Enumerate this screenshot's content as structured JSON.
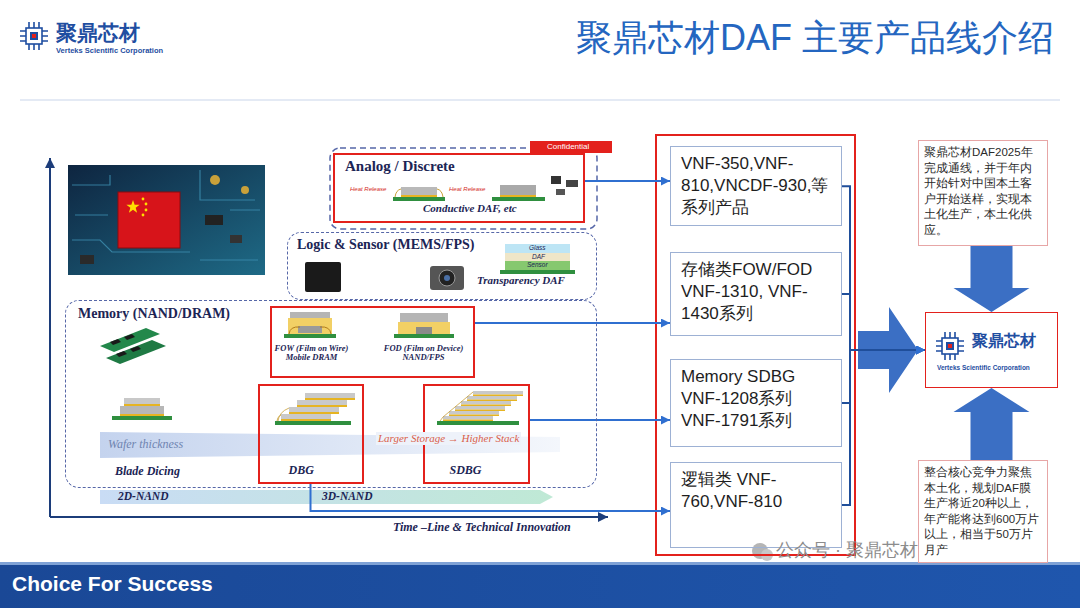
{
  "diagram": {
    "title": "聚鼎芯材DAF 主要产品线介绍",
    "nodes": [
      {
        "text": [
          "Analog / Discrete",
          "Conductive DAF, etc"
        ]
      },
      {
        "text": [
          "Logic & Sensor (MEMS/FPS)",
          "Transparency DAF"
        ]
      },
      {
        "text": [
          "Memory (NAND/DRAM)"
        ]
      },
      {
        "text": [
          "FOW (Film on Wire) Mobile DRAM",
          "FOD (Film on Device) NAND/FPS"
        ],
        "in": 2
      },
      {
        "text": [
          "DBG"
        ],
        "in": 2
      },
      {
        "text": [
          "SDBG"
        ],
        "in": 2
      },
      {
        "text": [
          "VNF-350,VNF-810,VNCDF-930,等系列产品"
        ]
      },
      {
        "text": [
          "存储类FOW/FOD VNF-1310, VNF-1430系列"
        ]
      },
      {
        "text": [
          "Memory SDBG VNF-1208系列 VNF-1791系列"
        ]
      },
      {
        "text": [
          "逻辑类 VNF-760,VNF-810"
        ]
      },
      {
        "text": [
          "聚鼎芯材DAF2025年完成通线，并于年内开始针对中国本土客户开始送样，实现本土化生产，本土化供应。"
        ]
      },
      {
        "text": [
          "聚鼎芯材",
          "Verteks Scientific Corporation"
        ]
      },
      {
        "text": [
          "整合核心竞争力聚焦本土化，规划DAF膜生产将近20种以上，年产能将达到600万片以上，相当于50万片月产"
        ]
      }
    ],
    "edges": [
      {
        "from": 0,
        "to": 6,
        "arrow": "to"
      },
      {
        "from": 3,
        "to": 7,
        "arrow": "to"
      },
      {
        "from": 5,
        "to": 8,
        "arrow": "to"
      },
      {
        "from": 4,
        "to": 9,
        "arrow": "to"
      },
      {
        "from": 6,
        "to": 11,
        "arrow": "to"
      },
      {
        "from": 7,
        "to": 11,
        "arrow": "to"
      },
      {
        "from": 8,
        "to": 11,
        "arrow": "to"
      },
      {
        "from": 9,
        "to": 11,
        "arrow": "to"
      },
      {
        "from": 10,
        "to": 11,
        "arrow": "to"
      },
      {
        "from": 12,
        "to": 11,
        "arrow": "to"
      }
    ],
    "labels": [
      "聚鼎芯材",
      "Verteks Scientific Corporation",
      "Confidential",
      "Heat Release",
      "Heat Release",
      "Glass",
      "DAF",
      "Sensor",
      "Wafer thickness",
      "Larger Storage → Higher Stack",
      "Blade Dicing",
      "2D-NAND",
      "3D-NAND",
      "Time –Line & Technical Innovation",
      "Choice For Success",
      "公众号 · 聚鼎芯材"
    ]
  }
}
